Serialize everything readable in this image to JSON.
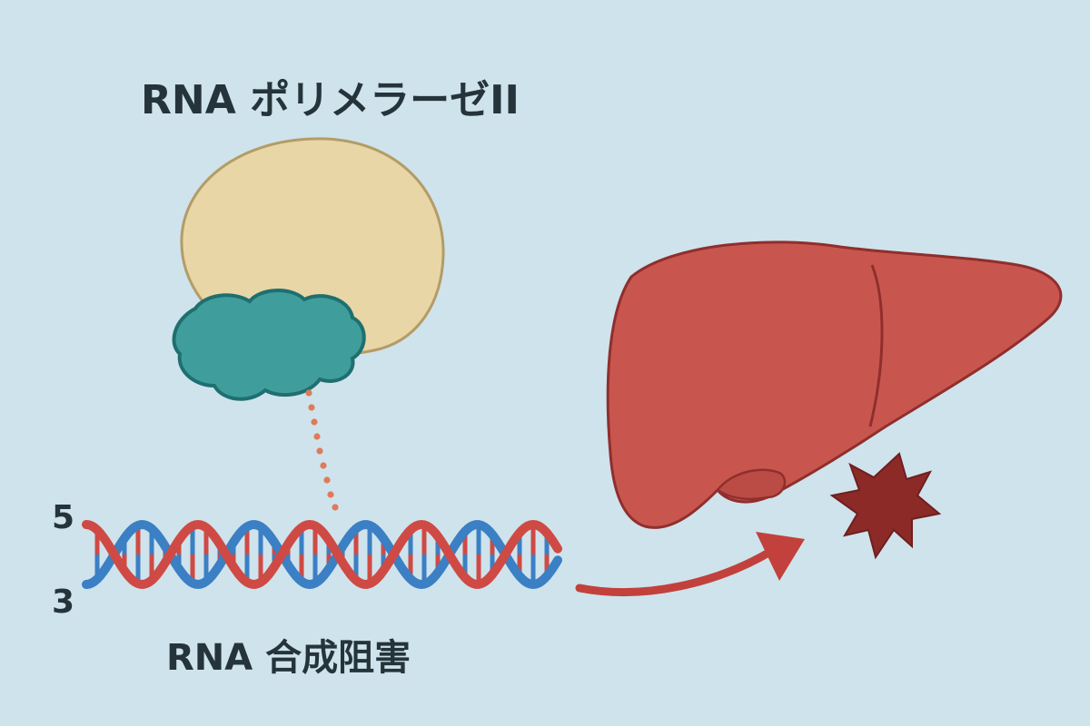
{
  "labels": {
    "enzyme_title": "RNA ポリメラーゼII",
    "strand_5": "5",
    "strand_3": "3",
    "process_caption": "RNA 合成阻害"
  },
  "colors": {
    "background": "#cfe3ec",
    "enzyme_body": "#e9d6a6",
    "enzyme_outline": "#b39c66",
    "toxin": "#3f9e9c",
    "toxin_outline": "#1f6f70",
    "dotted_link": "#e07a5a",
    "dna_red": "#cf4a44",
    "dna_blue": "#3b7fc4",
    "liver": "#c9564e",
    "liver_outline": "#8f2f2d",
    "arrow": "#c2413c",
    "damage_star": "#8c2a28"
  },
  "icons": {
    "enzyme": "rna-polymerase-blob",
    "toxin": "toxin-cloud-icon",
    "organ": "liver-icon",
    "damage": "damage-star-icon"
  }
}
